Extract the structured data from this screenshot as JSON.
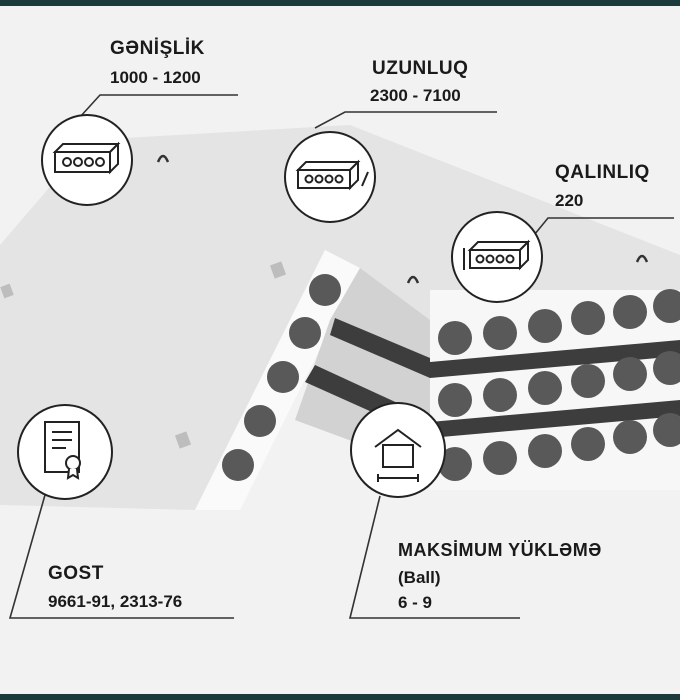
{
  "specs": {
    "width": {
      "title": "GƏNİŞLİK",
      "value": "1000 - 1200",
      "icon": "slab-front-icon"
    },
    "length": {
      "title": "UZUNLUQ",
      "value": "2300 - 7100",
      "icon": "slab-length-icon"
    },
    "thickness": {
      "title": "QALINLIQ",
      "value": "220",
      "icon": "slab-thickness-icon"
    },
    "standard": {
      "title": "GOST",
      "value": "9661-91, 2313-76",
      "icon": "certificate-icon"
    },
    "max_load": {
      "title": "MAKSİMUM YÜKLƏMƏ",
      "unit": "(Ball)",
      "value": "6 - 9",
      "icon": "house-load-icon"
    }
  },
  "colors": {
    "frame_bar": "#1d3a3a",
    "background": "#f2f2f2",
    "hole": "#595959",
    "stripe": "#3d3d3d"
  }
}
